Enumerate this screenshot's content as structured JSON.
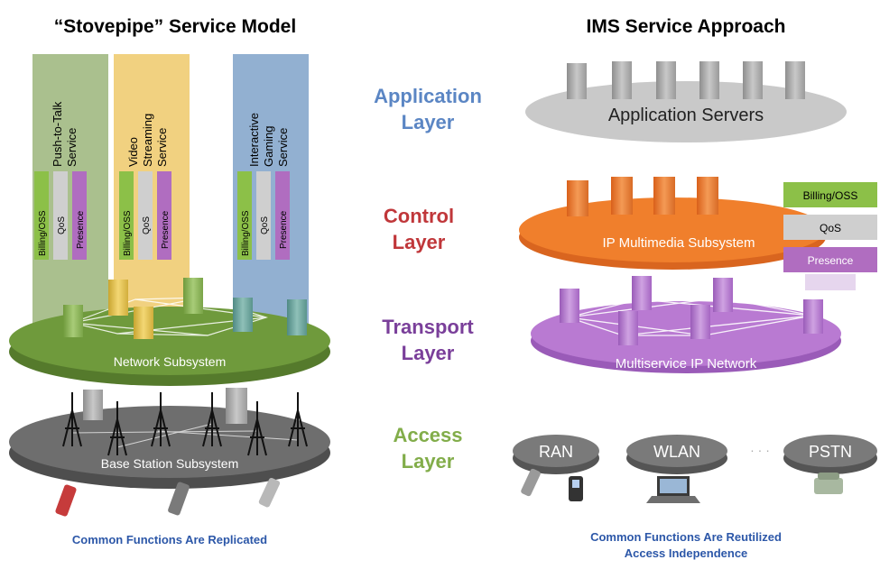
{
  "left": {
    "title": "“Stovepipe” Service Model",
    "services": [
      {
        "line1": "Push-to-Talk",
        "line2": "Service",
        "line3": ""
      },
      {
        "line1": "Video",
        "line2": "Streaming",
        "line3": "Service"
      },
      {
        "line1": "Interactive",
        "line2": "Gaming",
        "line3": "Service"
      }
    ],
    "functions": [
      "Billing/OSS",
      "QoS",
      "Presence"
    ],
    "network_label": "Network Subsystem",
    "base_label": "Base Station Subsystem",
    "caption": "Common Functions Are Replicated"
  },
  "layers": {
    "application": {
      "line1": "Application",
      "line2": "Layer",
      "color": "#5b86c4"
    },
    "control": {
      "line1": "Control",
      "line2": "Layer",
      "color": "#c0373a"
    },
    "transport": {
      "line1": "Transport",
      "line2": "Layer",
      "color": "#7a3f9a"
    },
    "access": {
      "line1": "Access",
      "line2": "Layer",
      "color": "#82ad4a"
    }
  },
  "right": {
    "title": "IMS Service Approach",
    "app_label": "Application Servers",
    "ims_label": "IP Multimedia Subsystem",
    "functions": [
      "Billing/OSS",
      "QoS",
      "Presence"
    ],
    "transport_label": "Multiservice IP Network",
    "access_networks": [
      "RAN",
      "WLAN",
      "PSTN"
    ],
    "ellipsis": "· · ·",
    "caption_line1": "Common Functions Are Reutilized",
    "caption_line2": "Access Independence"
  },
  "colors": {
    "title": "#111111",
    "caption": "#2c57a8",
    "green_column": "#9bb57a",
    "yellow_column": "#f0cc72",
    "blue_column": "#86a7cc",
    "network_disk": "#6f9a3c",
    "base_disk": "#6e6e6e",
    "app_disk": "#c9c9c9",
    "ims_disk": "#f07f2c",
    "transport_disk": "#b97ad2",
    "billing": "#8cc048",
    "qos": "#cfcfcf",
    "presence": "#b06dc0"
  }
}
